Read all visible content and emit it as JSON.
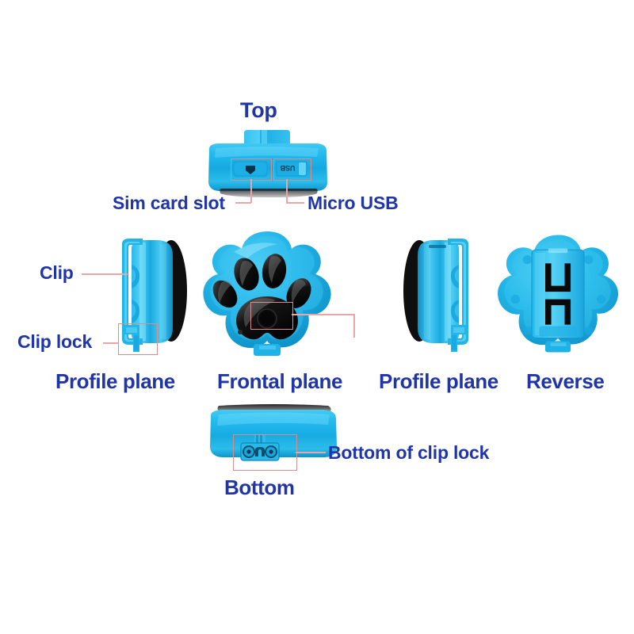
{
  "page": {
    "subject": "pet gps tracker paw shaped device",
    "background": "#ffffff",
    "label_color": "#1f35a8",
    "leader_color": "#e8a6a6",
    "highlight_color": "#d98e8e",
    "device_blue": "#1fb6ea",
    "device_blue_dark": "#0d8cc0",
    "device_blue_light": "#6fd8f7",
    "pad_black": "#111111"
  },
  "titles": {
    "top": "Top"
  },
  "callouts": {
    "sim_card_slot": "Sim card slot",
    "micro_usb": "Micro USB",
    "clip": "Clip",
    "clip_lock": "Clip lock",
    "bottom_of_clip_lock": "Bottom of clip lock"
  },
  "captions": {
    "profile_left": "Profile plane",
    "frontal": "Frontal plane",
    "profile_right": "Profile plane",
    "reverse": "Reverse",
    "bottom": "Bottom"
  },
  "port_labels": {
    "usb_text": "USB",
    "sim_icon": "sim-card-glyph"
  },
  "views": [
    {
      "id": "top-view",
      "name": "top-view",
      "caption": "Top"
    },
    {
      "id": "profile-left-view",
      "name": "profile-left-view",
      "caption": "Profile plane"
    },
    {
      "id": "frontal-view",
      "name": "frontal-view",
      "caption": "Frontal plane"
    },
    {
      "id": "profile-right-view",
      "name": "profile-right-view",
      "caption": "Profile plane"
    },
    {
      "id": "reverse-view",
      "name": "reverse-view",
      "caption": "Reverse"
    },
    {
      "id": "bottom-view",
      "name": "bottom-view",
      "caption": "Bottom"
    }
  ]
}
